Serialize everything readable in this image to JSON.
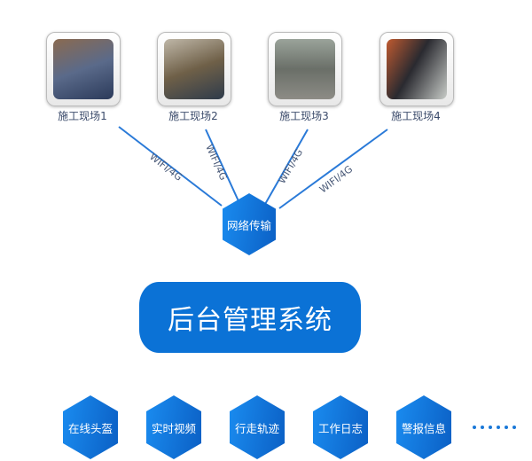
{
  "sites": [
    {
      "label": "施工现场1"
    },
    {
      "label": "施工现场2"
    },
    {
      "label": "施工现场3"
    },
    {
      "label": "施工现场4"
    }
  ],
  "link_label": "WIFI/4G",
  "network": "网络传输",
  "backend": "后台管理系统",
  "modules": [
    "在线头盔",
    "实时视频",
    "行走轨迹",
    "工作日志",
    "警报信息"
  ],
  "colors": {
    "primary": "#0b72d6",
    "line": "#2a7ad8",
    "caption": "#3a4a6a"
  }
}
